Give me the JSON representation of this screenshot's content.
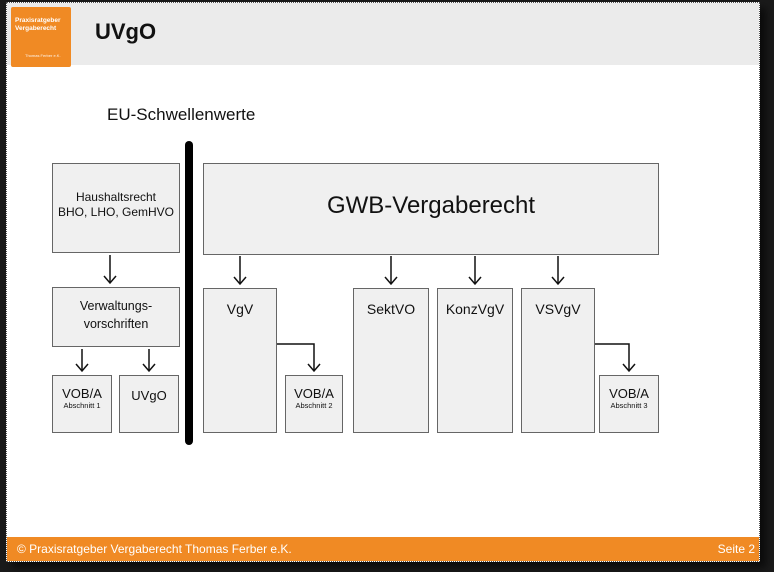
{
  "header": {
    "title": "UVgO",
    "logo_line1": "Praxisratgeber",
    "logo_line2": "Vergaberecht",
    "logo_line3": "Thomas Ferber e.K."
  },
  "diagram": {
    "threshold_label": "EU-Schwellenwerte",
    "haushaltsrecht": {
      "line1": "Haushaltsrecht",
      "line2": "BHO, LHO, GemHVO"
    },
    "verwaltung": {
      "line1": "Verwaltungs-",
      "line2": "vorschriften"
    },
    "vob_a1": {
      "line1": "VOB/A",
      "line2": "Abschnitt 1"
    },
    "uvgo": "UVgO",
    "gwb": "GWB-Vergaberecht",
    "vgv": "VgV",
    "vob_a2": {
      "line1": "VOB/A",
      "line2": "Abschnitt 2"
    },
    "sektvo": "SektVO",
    "konzvgv": "KonzVgV",
    "vsvgv": "VSVgV",
    "vob_a3": {
      "line1": "VOB/A",
      "line2": "Abschnitt 3"
    }
  },
  "footer": {
    "copyright": "© Praxisratgeber Vergaberecht Thomas Ferber e.K.",
    "page": "Seite 2"
  }
}
